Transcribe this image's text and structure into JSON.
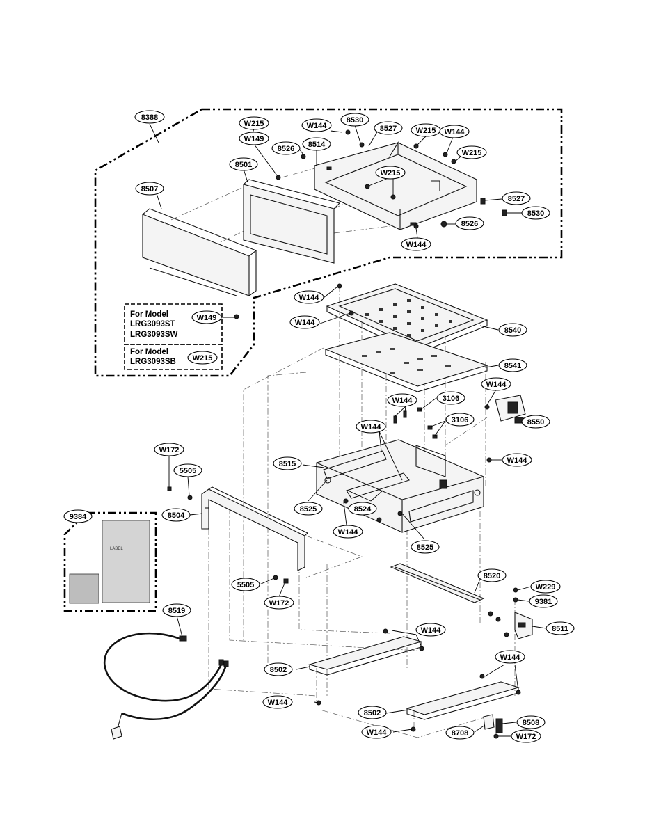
{
  "drawing": {
    "part_labels": [
      "8388",
      "W215",
      "W149",
      "W144",
      "8530",
      "8527",
      "W215",
      "W144",
      "8526",
      "8514",
      "W215",
      "8501",
      "W215",
      "8507",
      "8527",
      "8530",
      "8526",
      "W144",
      "W149",
      "W215",
      "W144",
      "W144",
      "8540",
      "8541",
      "W144",
      "W144",
      "3106",
      "3106",
      "8550",
      "W144",
      "8515",
      "W144",
      "W172",
      "5505",
      "9384",
      "8504",
      "8525",
      "8524",
      "8525",
      "W144",
      "8520",
      "W229",
      "9381",
      "5505",
      "W172",
      "8519",
      "8511",
      "W144",
      "W144",
      "8502",
      "W144",
      "8502",
      "8508",
      "W144",
      "8708",
      "W172"
    ],
    "model_notes": [
      {
        "heading": "For Model",
        "models": [
          "LRG3093ST",
          "LRG3093SW"
        ],
        "part": "W149"
      },
      {
        "heading": "For Model",
        "models": [
          "LRG3093SB"
        ],
        "part": "W215"
      }
    ],
    "label_text": "LABEL"
  }
}
